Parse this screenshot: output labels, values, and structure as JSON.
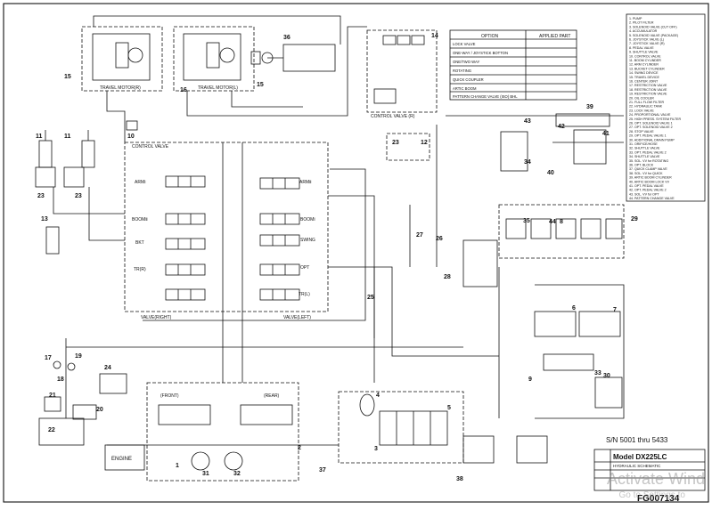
{
  "doc_id": "FG007134",
  "serial_range": "S/N 5001 thru 5433",
  "model": "Model DX225LC",
  "subtitle": "HYDRAULIC SCHEMATIC",
  "component_numbers": [
    "1",
    "2",
    "3",
    "4",
    "5",
    "6",
    "7",
    "8",
    "9",
    "10",
    "11",
    "12",
    "13",
    "14",
    "15",
    "16",
    "17",
    "18",
    "19",
    "20",
    "21",
    "22",
    "23",
    "24",
    "25",
    "26",
    "27",
    "28",
    "29",
    "30",
    "31",
    "32",
    "33",
    "34",
    "35",
    "36",
    "37",
    "38",
    "39",
    "40",
    "41",
    "42",
    "43",
    "44"
  ],
  "labels": {
    "travel_motor_r": "TRAVEL MOTOR(R)",
    "travel_motor_l": "TRAVEL MOTOR(L)",
    "valve_right": "VALVE(RIGHT)",
    "valve_left": "VALVE(LEFT)",
    "engine": "ENGINE",
    "front": "(FRONT)",
    "rear": "(REAR)",
    "arm_i": "ARMⅠ",
    "arm_ii": "ARMⅡ",
    "boom_i": "BOOMⅠ",
    "boom_ii": "BOOMⅡ",
    "bkt": "BKT",
    "swing": "SWING",
    "travel_r": "TR(R)",
    "travel_l": "TR(L)",
    "opt": "OPT",
    "option_header": "OPTION",
    "applied_header": "APPLIED PART",
    "control_valve": "CONTROL VALVE",
    "ctrl_valve_14": "CONTROL VALVE (R)"
  },
  "options_table": [
    {
      "option": "LOCK VALVE"
    },
    {
      "option": "ONE-WAY / JOYSTICK BOTTON"
    },
    {
      "option": "ONE/TWO WAY"
    },
    {
      "option": "ROTATING"
    },
    {
      "option": "QUICK COUPLER"
    },
    {
      "option": "ARTIC BOOM"
    },
    {
      "option": "PATTERN CHANGE VALVE (ISO) BHL"
    }
  ],
  "legend": [
    "1. PUMP",
    "2. PILOT FILTER",
    "3. SOLENOID VALVE (CUT OFF)",
    "4. ACCUMULATOR",
    "5. SOLENOID VALVE (PACKAGE)",
    "6. JOYSTICK VALVE (L)",
    "7. JOYSTICK VALVE (R)",
    "8. PEDAL VALVE",
    "9. SHUTTLE VALVE",
    "10. CONTROL VALVE",
    "11. BOOM CYLINDER",
    "12. ARM CYLINDER",
    "13. BUCKET CYLINDER",
    "14. SWING DEVICE",
    "15. TRAVEL DEVICE",
    "16. CENTER JOINT",
    "17. RESTRICTION VALVE",
    "18. RESTRICTION VALVE",
    "19. RESTRICTION VALVE",
    "20. OIL COOLER",
    "21. FULL FLOW FILTER",
    "22. HYDRAULIC TANK",
    "23. LOCK VALVE",
    "24. PROPORTIONAL VALVE",
    "25. HIGH PRESS. SYSTEM FILTER",
    "26. OPT. SOLENOID VALVE 1",
    "27. OPT. SOLENOID VALVE 2",
    "28. STOP VALVE",
    "29. OPT. PEDAL VALVE 1",
    "30. ADDITIONAL DRAIN PUMP",
    "31. ORIFICE/HOSE",
    "32. SHUTTLE VALVE",
    "33. OPT. PEDAL VALVE 2",
    "34. SHUTTLE VALVE",
    "35. SOL. VV for ROTATING",
    "36. OPT. BLOCK",
    "37. QUICK CLAMP VALVE",
    "38. SOL. VV for QUICK",
    "39. ARTIC BOOM CYLINDER",
    "40. ARTIC BOOM LOCK VV",
    "41. OPT. PEDAL VALVE",
    "42. OPT. PEDAL VALVE 2",
    "43. SOL. VV for OPT",
    "44. PATTERN CHANGE VALVE"
  ],
  "watermark": {
    "line1": "Activate Wind",
    "line2": "Go to Settings to"
  },
  "colors": {
    "ink": "#111111",
    "paper": "#ffffff",
    "watermark": "#969696"
  }
}
